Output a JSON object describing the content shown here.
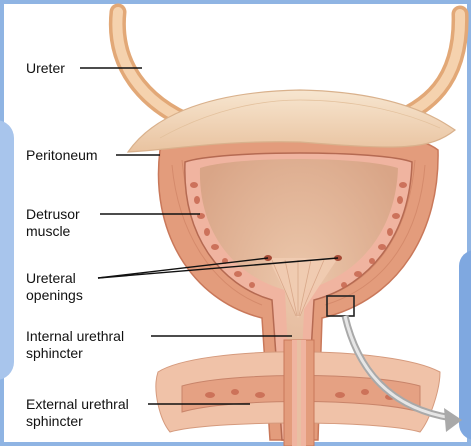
{
  "labels": {
    "ureter": "Ureter",
    "peritoneum": "Peritoneum",
    "detrusor": [
      "Detrusor",
      "muscle"
    ],
    "ureteral_openings": [
      "Ureteral",
      "openings"
    ],
    "internal_sphincter": [
      "Internal urethral",
      "sphincter"
    ],
    "external_sphincter": [
      "External urethral",
      "sphincter"
    ]
  },
  "colors": {
    "ureter": "#f0c49a",
    "peritoneum": "#f3d8b8",
    "muscle": "#e39c7c",
    "lumen": "#e8bfa2",
    "frame": "#8fb4e3",
    "arrow": "#a9a9a9"
  }
}
